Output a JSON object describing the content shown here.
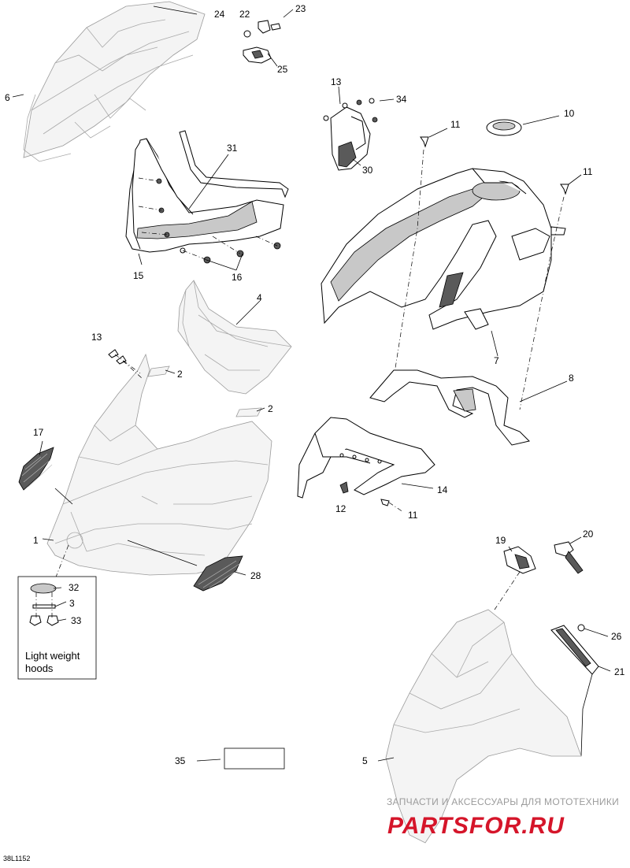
{
  "callouts": {
    "c1": "1",
    "c2a": "2",
    "c2b": "2",
    "c3": "3",
    "c4": "4",
    "c5": "5",
    "c6": "6",
    "c7": "7",
    "c8": "8",
    "c10": "10",
    "c11a": "11",
    "c11b": "11",
    "c11c": "11",
    "c12": "12",
    "c13a": "13",
    "c13b": "13",
    "c14": "14",
    "c15": "15",
    "c16": "16",
    "c17": "17",
    "c19": "19",
    "c20": "20",
    "c21": "21",
    "c22": "22",
    "c23": "23",
    "c24": "24",
    "c25": "25",
    "c26": "26",
    "c28": "28",
    "c30": "30",
    "c31": "31",
    "c32": "32",
    "c33": "33",
    "c34": "34",
    "c35": "35"
  },
  "inset": {
    "line1": "Light weight",
    "line2": "hoods"
  },
  "watermark": {
    "tagline": "ЗАПЧАСТИ И АКСЕССУАРЫ ДЛЯ МОТОТЕХНИКИ",
    "brand": "PARTSFOR.RU"
  },
  "drawing_code": "38L1152"
}
